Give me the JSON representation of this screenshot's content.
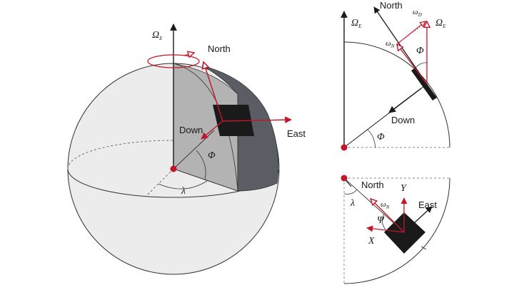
{
  "colors": {
    "red": "#c0172b",
    "dark": "#1a1a1a",
    "sphere_light": "#ececec",
    "slice_mid": "#b3b3b3",
    "slice_dark": "#5a5d63"
  },
  "left_diagram": {
    "axis_symbol": "Ω",
    "axis_subscript": "E",
    "north": "North",
    "east": "East",
    "down": "Down",
    "latitude_symbol": "Φ",
    "longitude_symbol": "λ"
  },
  "top_right_diagram": {
    "axis_symbol": "Ω",
    "axis_subscript": "E",
    "north": "North",
    "down": "Down",
    "latitude_symbol": "Φ",
    "latitude_symbol_2": "Φ",
    "omega_d_symbol": "ω",
    "omega_d_subscript": "D",
    "omega_n_symbol": "ω",
    "omega_n_subscript": "N"
  },
  "bottom_right_diagram": {
    "north": "North",
    "east": "East",
    "longitude_symbol": "λ",
    "omega_n_symbol": "ω",
    "omega_n_subscript": "N",
    "psi_symbol": "Ψ",
    "x_symbol": "X",
    "y_symbol": "Y"
  }
}
